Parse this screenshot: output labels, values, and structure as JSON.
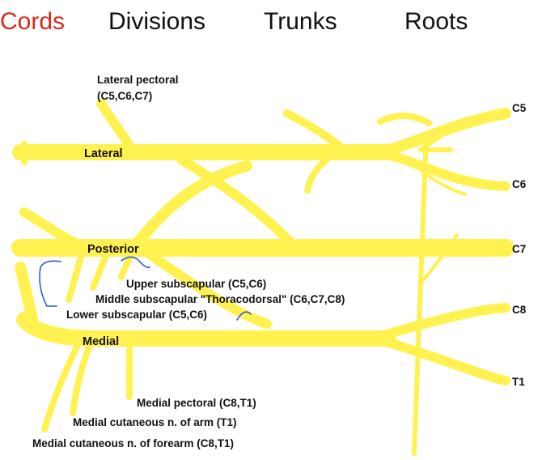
{
  "header": {
    "cords": "Cords",
    "divisions": "Divisions",
    "trunks": "Trunks",
    "roots": "Roots",
    "cords_color": "#d9281e"
  },
  "diagram": {
    "nerve_color": "#fff250",
    "roots": [
      "C5",
      "C6",
      "C7",
      "C8",
      "T1"
    ],
    "cords": {
      "lateral": "Lateral",
      "posterior": "Posterior",
      "medial": "Medial"
    },
    "branches": {
      "lateral_pectoral_1": "Lateral pectoral",
      "lateral_pectoral_2": "(C5,C6,C7)",
      "upper_subscapular": "Upper subscapular (C5,C6)",
      "middle_subscapular": "Middle subscapular \"Thoracodorsal\" (C6,C7,C8)",
      "lower_subscapular": "Lower subscapular (C5,C6)",
      "medial_pectoral": "Medial pectoral (C8,T1)",
      "medial_cut_arm": "Medial cutaneous n. of arm (T1)",
      "medial_cut_forearm": "Medial cutaneous n. of forearm  (C8,T1)"
    },
    "annotation_color": "#2a5bd7"
  }
}
